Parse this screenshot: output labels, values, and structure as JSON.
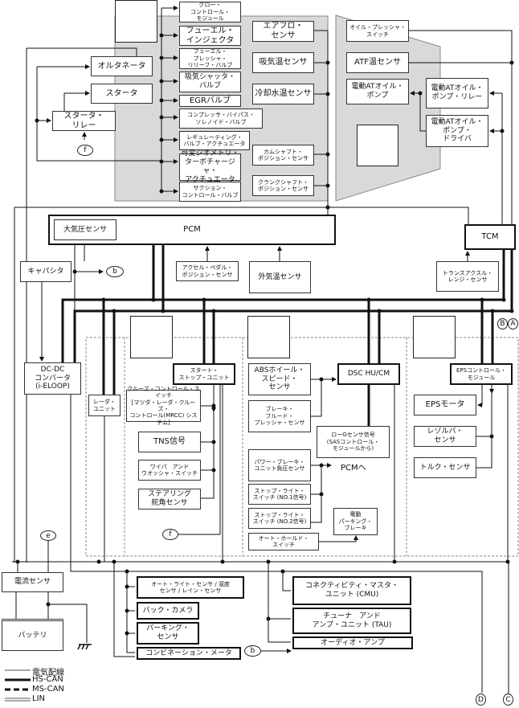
{
  "engine": {
    "glow": "グロー・\nコントロール・\nモジュール",
    "injector": "フューエル・\nインジェクタ",
    "relief": "フューエル・\nプレッシャ・\nリリーフ・バルブ",
    "shutter": "吸気シャッタ・\nバルブ",
    "egr": "EGRバルブ",
    "bypass": "コンプレッサ・バイパス・\nソレノイド・バルブ",
    "regulating": "レギュレーティング・\nバルブ・アクチュエータ",
    "vgt": "可変ジオメトリ・\nターボチャージャ・\nアクチュエータ",
    "suction": "サクション・\nコントロール・バルブ",
    "airflow": "エアフロ・\nセンサ",
    "intake_temp": "吸気温センサ",
    "coolant": "冷却水温センサ",
    "camshaft": "カムシャフト・\nポジション・センサ",
    "crankshaft": "クランクシャフト・\nポジション・センサ"
  },
  "starting": {
    "alternator": "オルタネータ",
    "starter": "スタータ",
    "relay": "スタータ・\nリレー"
  },
  "transmission": {
    "oil_pressure": "オイル・プレッシャ・\nスイッチ",
    "atf": "ATF温センサ",
    "pump": "電動ATオイル・\nポンプ",
    "pump_relay": "電動ATオイル・\nポンプ・リレー",
    "pump_driver": "電動ATオイル・\nポンプ・\nドライバ"
  },
  "pcm": {
    "label": "PCM",
    "baro": "大気圧センサ",
    "accel": "アクセル・ペダル・\nポジション・センサ",
    "outside_temp": "外気温センサ"
  },
  "tcm": {
    "label": "TCM",
    "range": "トランスアクスル・\nレンジ・センサ"
  },
  "power": {
    "capacitor": "キャパシタ",
    "dcdc": "DC-DC\nコンバータ\n(i-ELOOP)",
    "current": "電流センサ",
    "battery": "バッテリ"
  },
  "start_stop": {
    "radar": "レーダ・\nユニット",
    "unit": "スタート・\nストップ・ユニット",
    "cruise": "クルーズ・コントロール・スイッチ\n[マツダ・レーダ・クルーズ・\nコントロール(MRCC) システム]",
    "tns": "TNS信号",
    "wiper": "ワイパ　アンド\nウオッシャ・スイッチ",
    "steering": "ステアリング\n舵角センサ"
  },
  "brake": {
    "abs": "ABSホイール・\nスピード・\nセンサ",
    "fluid": "ブレーキ・\nフルード・\nプレッシャ・センサ",
    "dsc": "DSC HU/CM",
    "lowg": "ローGセンサ信号\n(SASコントロール・\nモジュールから)",
    "booster": "パワー・ブレーキ・\nユニット負圧センサ",
    "stop1": "ストップ・ライト・\nスイッチ (NO.1信号)",
    "stop2": "ストップ・ライト・\nスイッチ (NO.2信号)",
    "auto_hold": "オート・ホールド・\nスイッチ",
    "epb": "電動\nパーキング・\nブレーキ",
    "to_pcm": "PCMへ"
  },
  "eps": {
    "module": "EPSコントロール・\nモジュール",
    "motor": "EPSモータ",
    "resolver": "レゾルバ・\nセンサ",
    "torque": "トルク・センサ"
  },
  "body": {
    "autolight": "オート・ライト・センサ / 湿度\nセンサ / レイン・センサ",
    "camera": "バック・カメラ",
    "parking": "パーキング・\nセンサ",
    "meter": "コンビネーション・メータ",
    "cmu": "コネクティビティ・マスタ・\nユニット (CMU)",
    "tau": "チューナ　アンド\nアンプ・ユニット (TAU)",
    "amp": "オーディオ・アンプ"
  },
  "connectors": {
    "a": "A",
    "b": "b",
    "b_upper": "B",
    "c": "C",
    "d": "D",
    "e": "e",
    "f": "f"
  },
  "legend": {
    "wire": "電気配線",
    "hs": "HS-CAN",
    "ms": "MS-CAN",
    "lin": "LIN"
  },
  "colors": {
    "region": "#d9d9d9",
    "line": "#111111",
    "thin": "#555555"
  }
}
